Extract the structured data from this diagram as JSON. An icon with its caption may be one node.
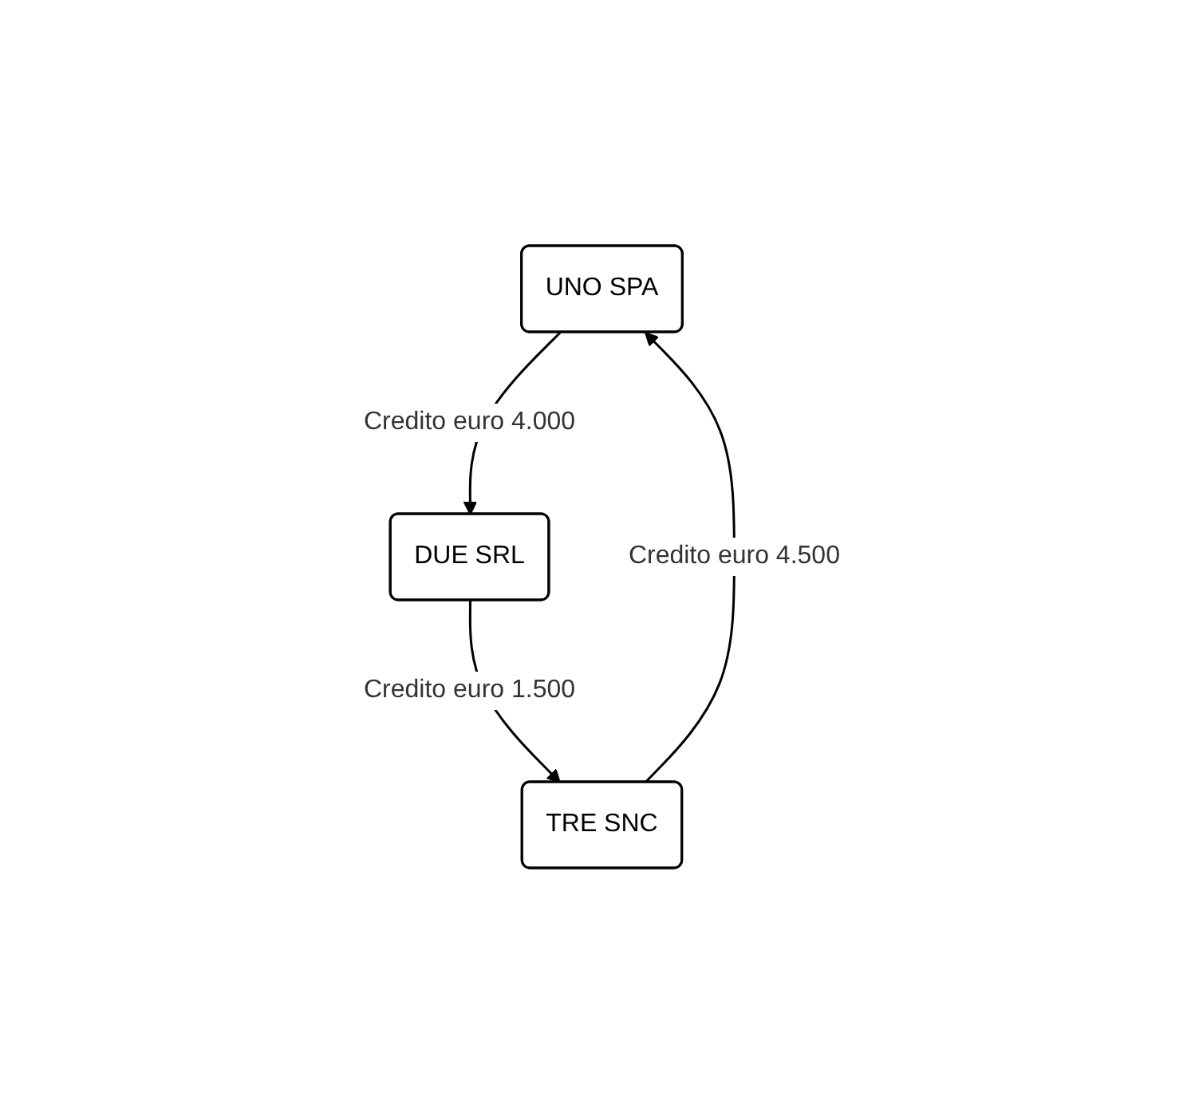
{
  "diagram": {
    "nodes": [
      {
        "text": [
          "UNO SPA"
        ]
      },
      {
        "text": [
          "DUE SRL"
        ]
      },
      {
        "text": [
          "TRE SNC"
        ]
      }
    ],
    "edges": [
      {
        "from": 0,
        "to": 1,
        "arrow": "to",
        "label": "Credito euro 4.000"
      },
      {
        "from": 1,
        "to": 2,
        "arrow": "to",
        "label": "Credito euro 1.500"
      },
      {
        "from": 2,
        "to": 0,
        "arrow": "to",
        "label": "Credito euro 4.500"
      }
    ]
  }
}
